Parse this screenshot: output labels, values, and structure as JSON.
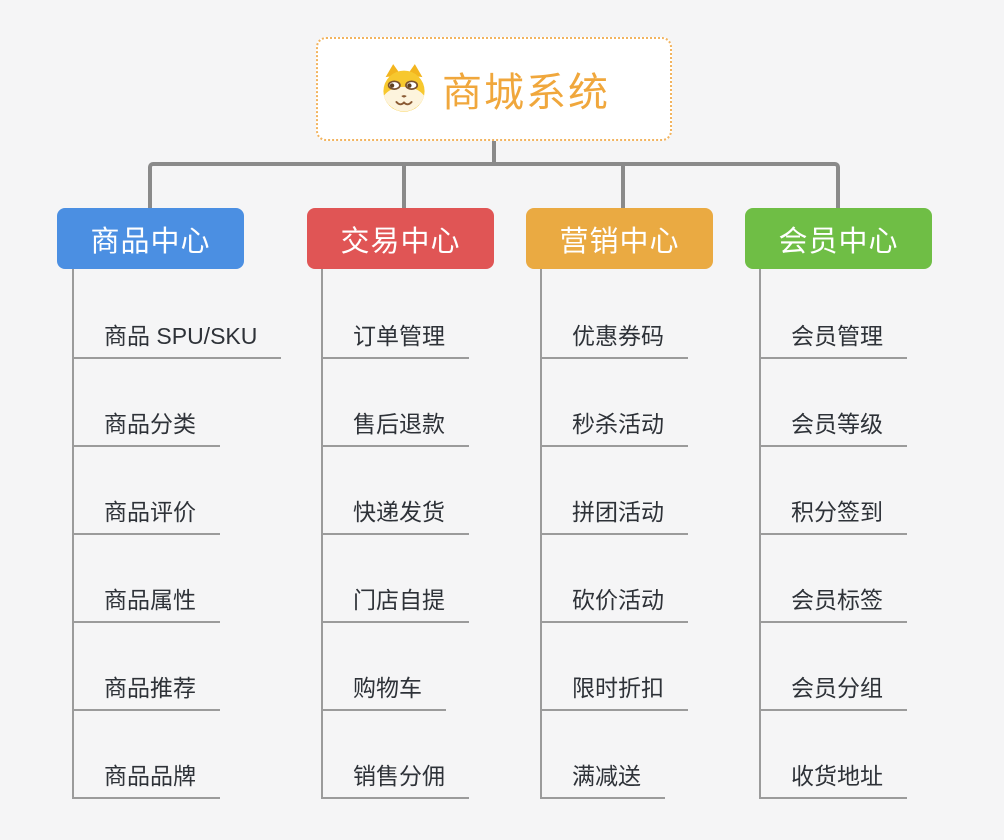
{
  "page": {
    "background_color": "#f5f5f6"
  },
  "root": {
    "title": "商城系统",
    "icon": "doge-icon",
    "title_color": "#f0a73c",
    "border_color": "#f2b45f"
  },
  "connector_color": "#8a8a8a",
  "item_text_color": "#2e3238",
  "branches": [
    {
      "label": "商品中心",
      "color": "#4b8fe2",
      "items": [
        "商品 SPU/SKU",
        "商品分类",
        "商品评价",
        "商品属性",
        "商品推荐",
        "商品品牌"
      ]
    },
    {
      "label": "交易中心",
      "color": "#e05555",
      "items": [
        "订单管理",
        "售后退款",
        "快递发货",
        "门店自提",
        "购物车",
        "销售分佣"
      ]
    },
    {
      "label": "营销中心",
      "color": "#eaaa42",
      "items": [
        "优惠券码",
        "秒杀活动",
        "拼团活动",
        "砍价活动",
        "限时折扣",
        "满减送"
      ]
    },
    {
      "label": "会员中心",
      "color": "#6fbe45",
      "items": [
        "会员管理",
        "会员等级",
        "积分签到",
        "会员标签",
        "会员分组",
        "收货地址"
      ]
    }
  ]
}
